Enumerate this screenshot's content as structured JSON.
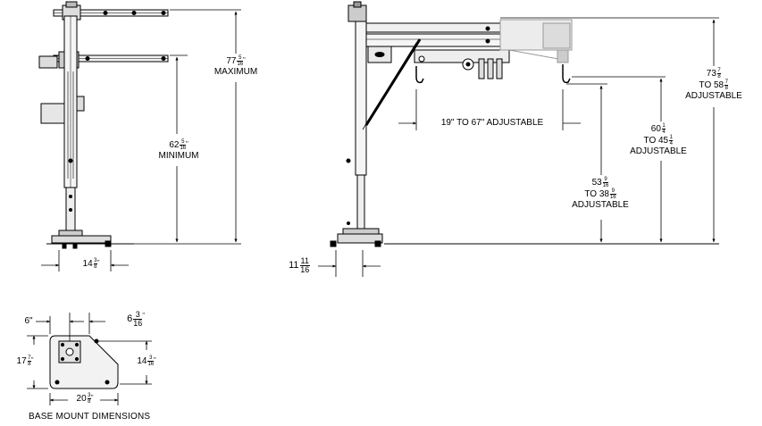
{
  "dimensions": {
    "front_max": {
      "whole": "77",
      "num": "5",
      "den": "16",
      "text": "MAXIMUM"
    },
    "front_min": {
      "whole": "62",
      "num": "5",
      "den": "16",
      "text": "MINIMUM"
    },
    "front_base": {
      "whole": "14",
      "num": "3",
      "den": "8"
    },
    "side_reach": {
      "text": "19\" TO 67\" ADJUSTABLE"
    },
    "side_outer": {
      "whole": "73",
      "num": "7",
      "den": "8",
      "to_whole": "TO 58",
      "to_num": "7",
      "to_den": "8",
      "text": "ADJUSTABLE"
    },
    "side_middle": {
      "whole": "60",
      "num": "1",
      "den": "4",
      "to_whole": "TO 45",
      "to_num": "1",
      "to_den": "4",
      "text": "ADJUSTABLE"
    },
    "side_inner": {
      "whole": "53",
      "num": "9",
      "den": "16",
      "to_whole": "TO 38",
      "to_num": "9",
      "to_den": "16",
      "text": "ADJUSTABLE"
    },
    "side_base": {
      "whole": "11",
      "num": "11",
      "den": "16"
    },
    "base_left_offset": {
      "text": "6\""
    },
    "base_right_offset": {
      "whole": "6",
      "num": "3",
      "den": "16"
    },
    "base_height": {
      "whole": "17",
      "num": "7",
      "den": "8"
    },
    "base_inner_height": {
      "whole": "14",
      "num": "3",
      "den": "16"
    },
    "base_width": {
      "whole": "20",
      "num": "3",
      "den": "8"
    }
  },
  "caption": "BASE MOUNT DIMENSIONS",
  "colors": {
    "line": "#000000",
    "fill_light": "#e8e8e8",
    "fill_mid": "#cfcfcf",
    "background": "#ffffff"
  }
}
